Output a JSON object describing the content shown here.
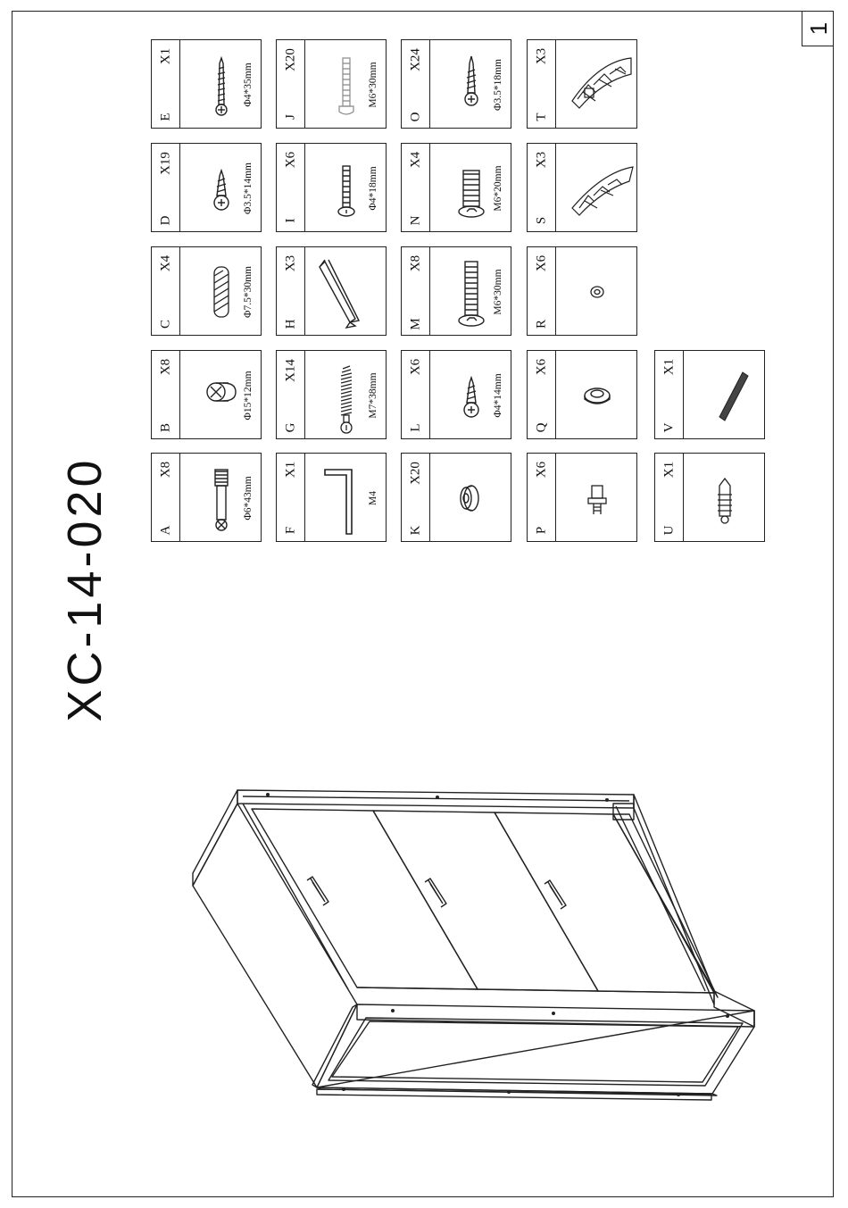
{
  "page_number": "1",
  "model": "XC-14-020",
  "parts": {
    "E": {
      "letter": "E",
      "qty": "X1",
      "size": "Φ4*35mm"
    },
    "J": {
      "letter": "J",
      "qty": "X20",
      "size": "M6*30mm"
    },
    "O": {
      "letter": "O",
      "qty": "X24",
      "size": "Φ3.5*18mm"
    },
    "T": {
      "letter": "T",
      "qty": "X3",
      "size": ""
    },
    "D": {
      "letter": "D",
      "qty": "X19",
      "size": "Φ3.5*14mm"
    },
    "I": {
      "letter": "I",
      "qty": "X6",
      "size": "Φ4*18mm"
    },
    "N": {
      "letter": "N",
      "qty": "X4",
      "size": "M6*20mm"
    },
    "S": {
      "letter": "S",
      "qty": "X3",
      "size": ""
    },
    "C": {
      "letter": "C",
      "qty": "X4",
      "size": "Φ7.5*30mm"
    },
    "H": {
      "letter": "H",
      "qty": "X3",
      "size": ""
    },
    "M": {
      "letter": "M",
      "qty": "X8",
      "size": "M6*30mm"
    },
    "R": {
      "letter": "R",
      "qty": "X6",
      "size": ""
    },
    "B": {
      "letter": "B",
      "qty": "X8",
      "size": "Φ15*12mm"
    },
    "G": {
      "letter": "G",
      "qty": "X14",
      "size": "M7*38mm"
    },
    "L": {
      "letter": "L",
      "qty": "X6",
      "size": "Φ4*14mm"
    },
    "Q": {
      "letter": "Q",
      "qty": "X6",
      "size": ""
    },
    "V": {
      "letter": "V",
      "qty": "X1",
      "size": ""
    },
    "A": {
      "letter": "A",
      "qty": "X8",
      "size": "Φ6*43mm"
    },
    "F": {
      "letter": "F",
      "qty": "X1",
      "size": "M4"
    },
    "K": {
      "letter": "K",
      "qty": "X20",
      "size": ""
    },
    "P": {
      "letter": "P",
      "qty": "X6",
      "size": ""
    },
    "U": {
      "letter": "U",
      "qty": "X1",
      "size": ""
    }
  }
}
